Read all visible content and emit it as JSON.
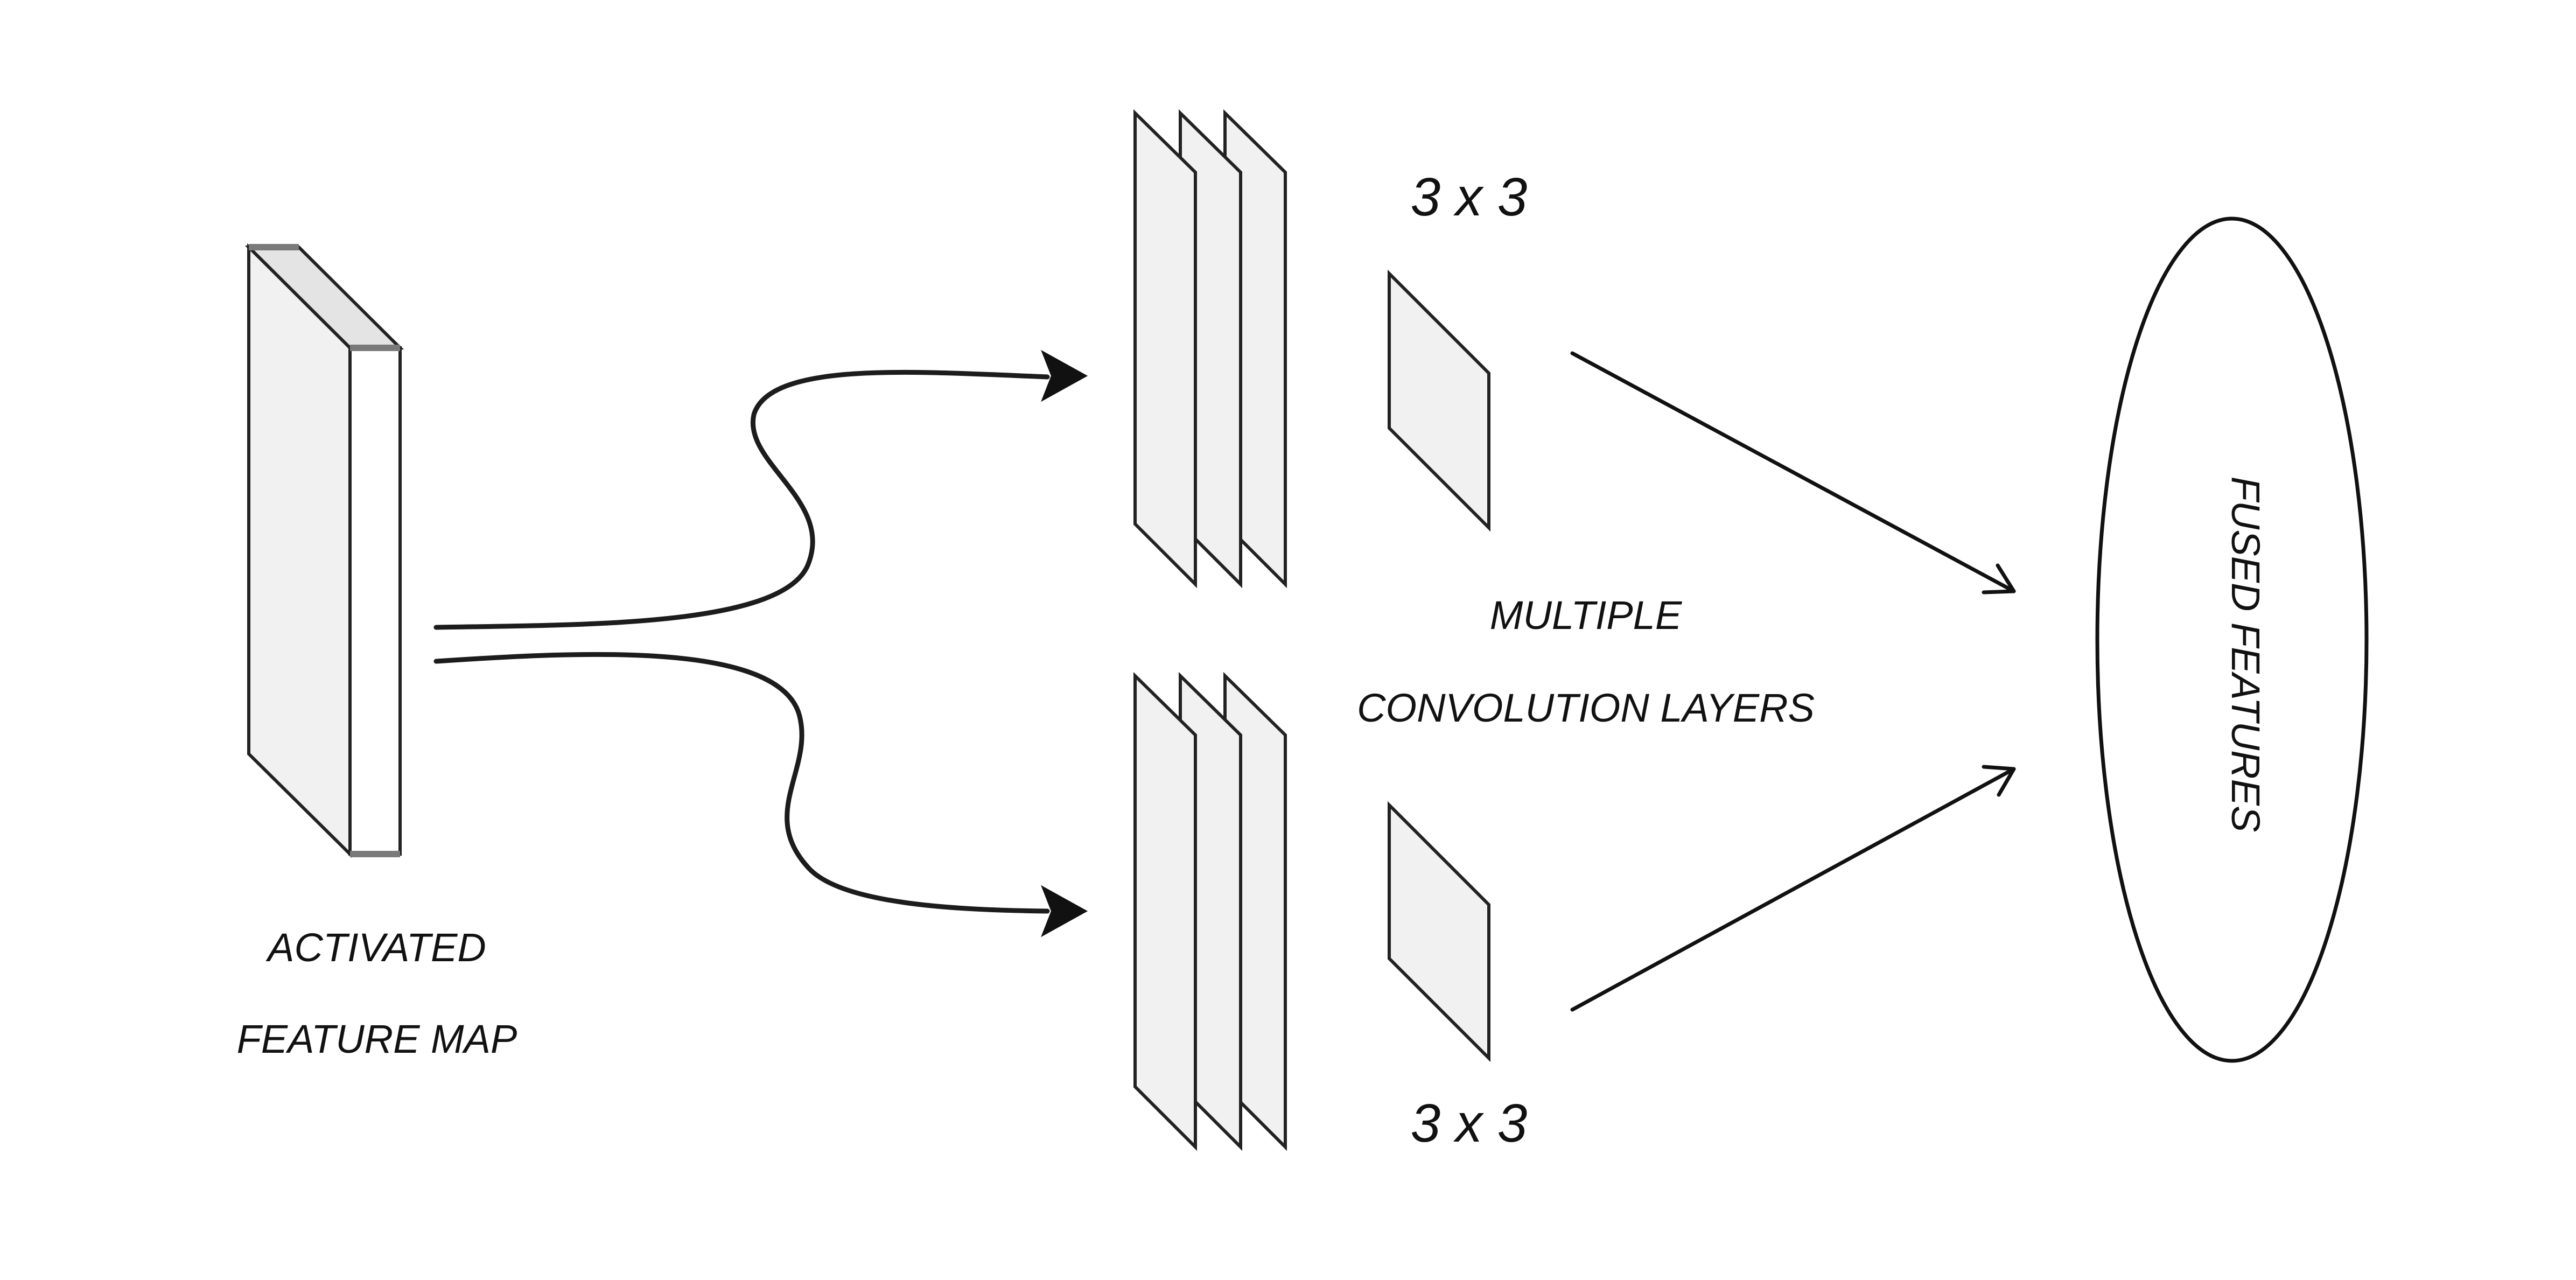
{
  "labels": {
    "input_line1": "ACTIVATED",
    "input_line2": "FEATURE MAP",
    "kernel_top": "3 x 3",
    "kernel_bottom": "3 x 3",
    "middle_line1": "MULTIPLE",
    "middle_line2": "CONVOLUTION LAYERS",
    "output": "FUSED FEATURES"
  },
  "colors": {
    "stroke": "#222222",
    "panel_fill": "#f1f1f1",
    "edge_grey": "#7a7a7a"
  }
}
